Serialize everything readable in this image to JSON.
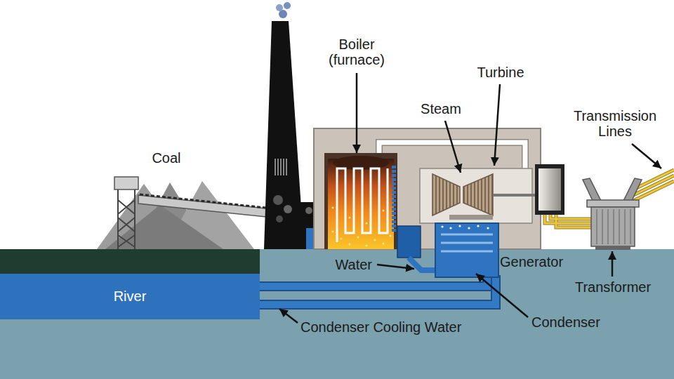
{
  "diagram": {
    "nodes": [
      {
        "text": [
          "River"
        ]
      }
    ],
    "labels": [
      "Boiler (furnace)",
      "Turbine",
      "Steam",
      "Transmission Lines",
      "Coal",
      "Water",
      "Generator",
      "Transformer",
      "Condenser",
      "Condenser Cooling Water"
    ]
  }
}
